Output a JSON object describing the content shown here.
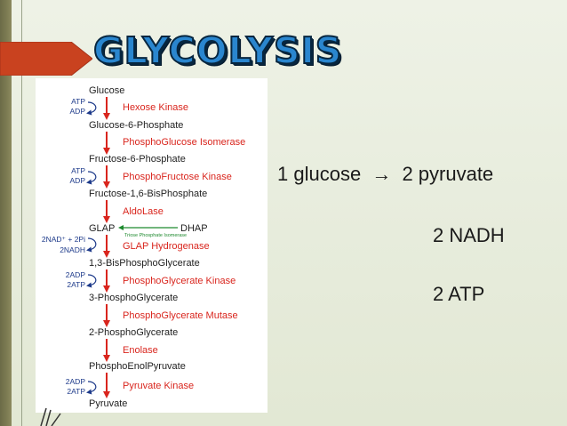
{
  "title": "GLYCOLYSIS",
  "pathway": {
    "metabolites": {
      "glucose": "Glucose",
      "g6p": "Glucose-6-Phosphate",
      "f6p": "Fructose-6-Phosphate",
      "f16bp": "Fructose-1,6-BisPhosphate",
      "glap": "GLAP",
      "dhap": "DHAP",
      "bpg13": "1,3-BisPhosphoGlycerate",
      "pg3": "3-PhosphoGlycerate",
      "pg2": "2-PhosphoGlycerate",
      "pep": "PhosphoEnolPyruvate",
      "pyruvate": "Pyruvate"
    },
    "enzymes": {
      "hexose_kinase": "Hexose Kinase",
      "phosphoglucose_isomerase": "PhosphoGlucose Isomerase",
      "phosphofructose_kinase": "PhosphoFructose Kinase",
      "aldolase": "AldoLase",
      "triose_isomerase": "Triose Phosphate Isomerase",
      "glap_hydrogenase": "GLAP Hydrogenase",
      "phosphoglycerate_kinase": "PhosphoGlycerate Kinase",
      "phosphoglycerate_mutase": "PhosphoGlycerate Mutase",
      "enolase": "Enolase",
      "pyruvate_kinase": "Pyruvate Kinase"
    },
    "cofactors": {
      "step1_in": "ATP",
      "step1_out": "ADP",
      "step3_in": "ATP",
      "step3_out": "ADP",
      "step6_in": "2NAD⁺ + 2Pi",
      "step6_out": "2NADH",
      "step7_in": "2ADP",
      "step7_out": "2ATP",
      "step10_in": "2ADP",
      "step10_out": "2ATP"
    }
  },
  "summary": {
    "lhs": "1 glucose",
    "arrow": "→",
    "rhs": "2 pyruvate",
    "nadh": "2 NADH",
    "atp": "2 ATP"
  },
  "colors": {
    "title_fill": "#2a86cf",
    "title_outline": "#07263f",
    "accent_arrow": "#c9421f",
    "enzyme_text": "#d9251d",
    "cofactor_text": "#1d3a8a",
    "isomerase_arrow": "#1e8a2e"
  },
  "icons": {
    "title_marker": "arrow-pointer-icon",
    "summary_arrow": "right-arrow-icon"
  }
}
